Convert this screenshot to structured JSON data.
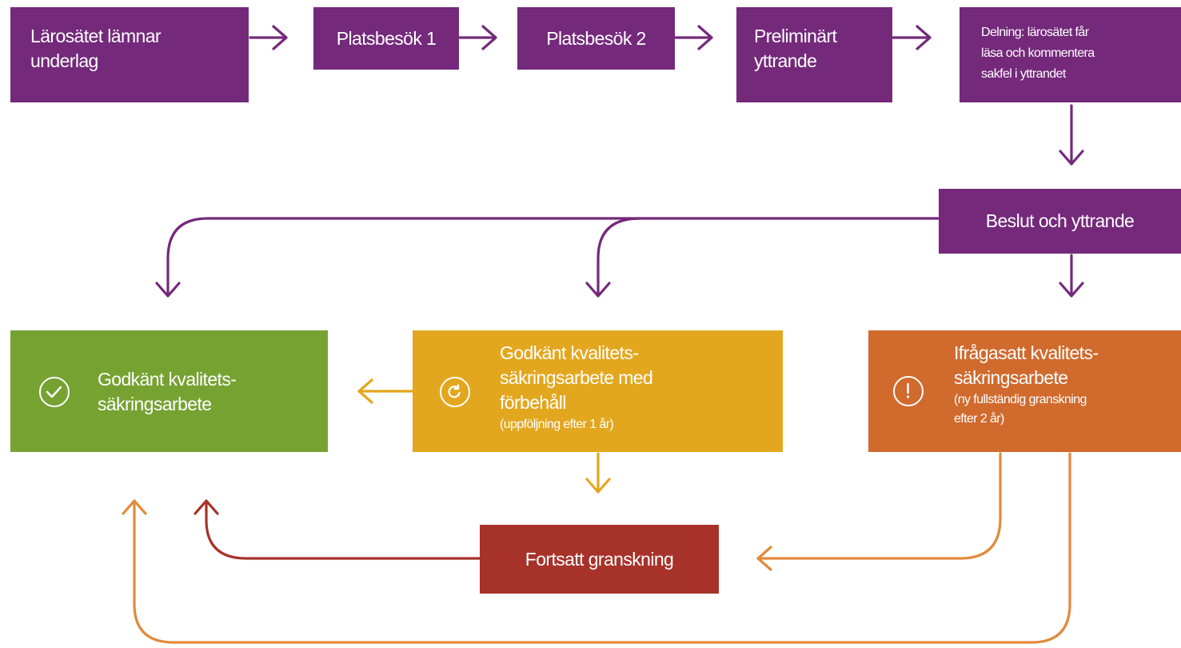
{
  "steps": {
    "underlag": "Lärosätet lämnar\nunderlag",
    "platsbesok1": "Platsbesök 1",
    "platsbesok2": "Platsbesök 2",
    "preliminart": "Preliminärt\nyttrande",
    "delning": "Delning: lärosätet får\nläsa och kommentera\nsakfel i yttrandet",
    "beslut": "Beslut och yttrande",
    "fortsatt": "Fortsatt granskning"
  },
  "outcomes": {
    "godkant": "Godkänt kvalitets-\nsäkringsarbete",
    "forbehall": "Godkänt kvalitets-\nsäkringsarbete med\nförbehåll",
    "forbehall_note": "(uppföljning efter 1 år)",
    "ifragasatt": "Ifrågasatt kvalitets-\nsäkringsarbete",
    "ifragasatt_note": "(ny fullständig granskning\nefter 2 år)"
  },
  "icons": {
    "godkant": "check-circle-icon",
    "forbehall": "refresh-circle-icon",
    "ifragasatt": "exclamation-circle-icon"
  },
  "colors": {
    "purple": "#74297b",
    "green": "#76a232",
    "yellow": "#e3a71f",
    "orange": "#d06a2d",
    "red": "#a7322a"
  }
}
